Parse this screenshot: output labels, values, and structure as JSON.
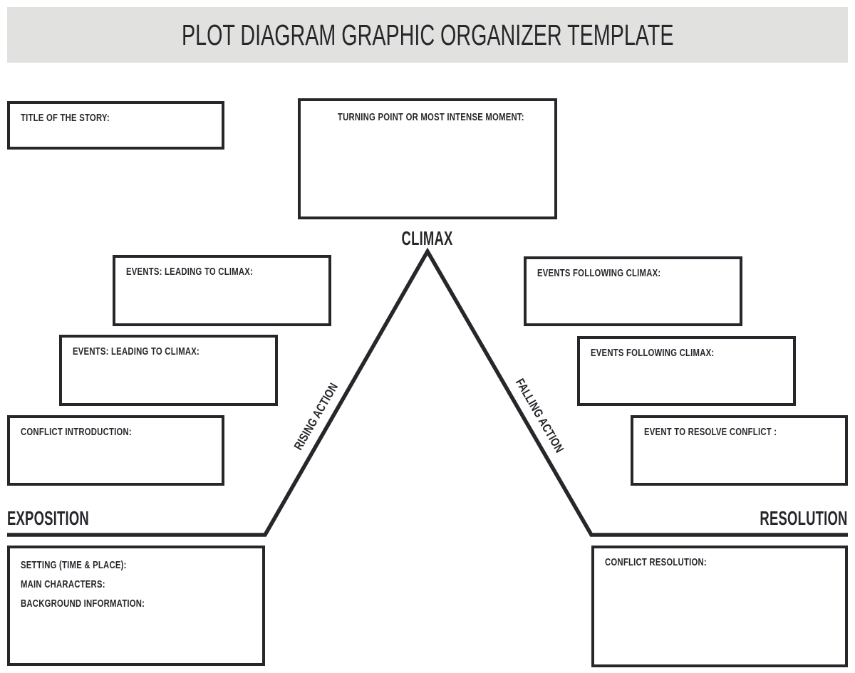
{
  "colors": {
    "ink": "#26262b",
    "header_background": "#e1e2df",
    "paper": "#ffffff"
  },
  "header": {
    "title": "PLOT DIAGRAM GRAPHIC ORGANIZER TEMPLATE"
  },
  "diagram": {
    "stages": {
      "climax": "CLIMAX",
      "exposition": "EXPOSITION",
      "resolution": "RESOLUTION",
      "rising_action": "RISING ACTION",
      "falling_action": "FALLING ACTION"
    },
    "boxes": {
      "title_of_story": {
        "label": "TITLE OF THE STORY:"
      },
      "turning_point": {
        "label": "TURNING POINT OR MOST INTENSE MOMENT:"
      },
      "rising_event_1": {
        "label": "EVENTS: LEADING TO CLIMAX:"
      },
      "rising_event_2": {
        "label": "EVENTS: LEADING TO CLIMAX:"
      },
      "conflict_introduction": {
        "label": "CONFLICT INTRODUCTION:"
      },
      "falling_event_1": {
        "label": "EVENTS FOLLOWING CLIMAX:"
      },
      "falling_event_2": {
        "label": "EVENTS FOLLOWING CLIMAX:"
      },
      "event_to_resolve_conflict": {
        "label": "EVENT TO RESOLVE CONFLICT :"
      },
      "exposition_details": {
        "lines": [
          "SETTING (TIME & PLACE):",
          "MAIN CHARACTERS:",
          "BACKGROUND INFORMATION:"
        ]
      },
      "conflict_resolution": {
        "label": "CONFLICT RESOLUTION:"
      }
    }
  }
}
